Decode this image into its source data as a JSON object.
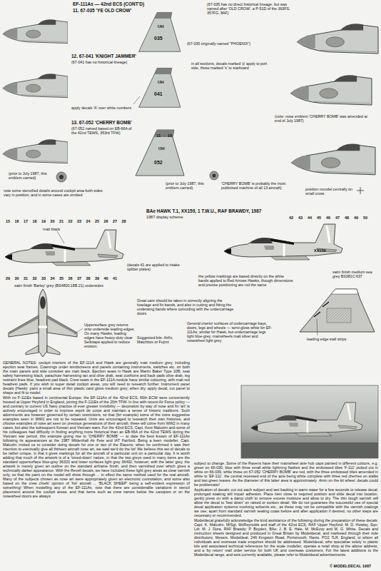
{
  "diagram": {
    "title": "EF-111As — 42nd ECS (CONT'D)",
    "labels": [
      "11.  67-035 'YE OLD CROW'",
      "(67-035 has no direct historical lineage, but was named after 'OLD CROW', a P-51D of the 363FS, 357FG, 8AF)",
      "(67-035 originally named \"PHOENIX\")",
      "UH",
      "035",
      "in all sections, decals marked 'p' apply to port side, those marked 's' to starboard",
      "12.  67-041 'KNIGHT JAMMER'",
      "(67-041 has no historical lineage)",
      "UH",
      "041",
      "apply decals 'A' over white numbers",
      "13.  67-052 'CHERRY BOMB'",
      "(67-052 named based on EB-66A of the 42nd TEWS, 353rd TFW)",
      "11 → 10",
      "UH",
      "052",
      "(note: nose emblem 'CHERRY BOMB' was amended at end of July 1987)",
      "(prior to July 1987, this emblem carried)",
      "note some stencilled details around cockpit area both sides vary in position, and in some cases are omitted",
      "(prior to July 1987, this emblem carried)",
      "'CHERRY BOMB' is probably the most publicised machine of all 13 aircraft)",
      "position roundel centrally on small cross",
      "BAe HAWK T.1, XX159, 1 T.W.U., RAF BRAWDY, 1987",
      "1987 display scheme",
      "matt black",
      "(decals 41 are applied to intake splitter plates)",
      "satin finish 'Barley' grey (BS4800:18B.21) undersides",
      "Uppersurface grey returns onto underside leading edges. On many Hawks, leading edges have heavy-duty clear Sellotape applied to reduce erosion.",
      "Suggested kits: Airfix, Matchbox or Fujimi",
      "Great care should be taken in correctly aligning the fuselage and fin bands, and also in cutting and fitting the underwing bands where coinciding with the undercarriage doors",
      "General interior surfaces of undercarriage bays, doors, legs and wheels — semi-gloss white for EF-111As; similar for Hawk, but undercarriage legs light blue-grey, mainwheels matt silver and nosewheel light grey",
      "the yellow markings are based directly on the white bands applied to Red Arrows Hawks, though dimensions and precise positioning are not the same",
      "satin finish medium sea grey BS381C:637",
      "leading edge stall strips",
      "XX159",
      "GENERAL NOTES: cockpit interiors of the EF-111A and Hawk are generally matt medium grey, including ejection seat frames. Coamings under windscreens and panels containing instruments, switches etc. on both the main panels and side consoles are matt black. Ejection seats in Hawk are Martin Baker Type 10B; seat safety harnessing black, parachute harnessing tan and olive drab, seat cushions and back pads olive drab, leg restraint lines blue, headrest pad black. Crew seats in the EF-111A module have similar colouring, with matt red headrest pads. If you wish to super detail cockpit areas, you will need to research further. Instrument panel decals (Hawk): paint a small area of thin plastic card gloss medium grey; when dry, apply decal, cut panel to shape and fit to model.",
      "With no F-111Es based in continental Europe, the EF-111As of the 42nd ECS, 66th ECW were conveniently housed at Upper Heyford in England, joining the F-111Es of the 20th TFW. In line with recent Air Force policy — and contrary to current US Navy practice of ever greater invisibility — decoration by way of nose and fin 'art' is actively encouraged in order to improve esprit de corps and maintain a sense of historic traditions. Such adornments are however governed by certain restrictions, so that (for example) some of the more suggestive examples seen in WW2 are not to be repeated. Units are encouraged to research their own histories, and choose examples of nose art seen on previous generations of their aircraft; these will come from WW2 in many cases, but also the subsequent Korean and Vietnam wars. For the 42nd ECS, Capt. Kent Malcolm and some of his colleagues had difficulty in finding anything more historical than an EB-66A of the 42nd TEWS during the Vietnam war period, this example giving rise to 'CHERRY BOMB' — to date the best known of EF-111As following its appearances at the 1987 Mildenhall Air Fete and IAT Fairford. Being a keen modeller, Capt. Malcolm invited us to consider doing decals for one or two of the Ravens; when he confirmed it was their intention to eventually give all thirteen aircraft nose art, we said we'd do the lot! We believe this set of decals to be rather unique, in that it gives markings for all the aircraft of a particular unit on a particular day. It is worth adding that much of the artwork is of a 'toned-down' nature, in that the two greys used in many items are the standard uppersurface blue-grey 36320 and lower surfaces light grey 36492; however, with the latter grey, the artwork is merely given an outline on the standard airframe finish, and then varnished over which gives a technically darker appearance. With the Revell decals, we have included these light grey areas as clear varnish only, so that the paint on the model will show through ... in effect the same method used for the real aircraft. Many of the subjects chosen as nose art were appropriately given an electronic connotation, and some also based on the crew chiefs' opinion of 'his' aircraft ... 'BLACK SHEEP' being a self-evident expression of something! When modelling any of the EF-111As, note that there are considerable variations in stencil placement around the cockpit areas, and that items such as crew names below the canopies or on the nosewheel doors are always",
      "subject to change. Some of the Ravens have their mainwheel axle hub caps painted in different colours, e.g. green on 66-030, blue with three small white lightning flashes and the embossed titles 'F-111' picked out in white on 66-039, while those on 67-052 'CHERRY BOMB' are red, with the three embossed titles amended in white to 'EF-111', the central recessed end of the axle being white complete with three red cherries on stalks and two green leaves. As the diameter of this latter area is approximately .4mm on the kit wheel, decals could be problematic!",
      "Application of decals: cut out each subject and wet backing in warm water for a few seconds to release decal; prolonged soaking will impair adhesion. Place item close to required position and slide decal into location, gently press on with a damp cloth to remove excess moisture and allow to dry. The thin tough varnish will allow the decal to 'bed down' on raised or sunken detail. We do not guarantee the successful use of special decal application systems involving solvents etc., as these may not be compatible with the varnish coatings we use; apart from standard varnish sealing coats before and after application if desired, no other steps are necessary or recommended.",
      "Modeldecal gratefully acknowledge the kind assistance of the following during the preparation of these decals: Capt. K. Malcolm, M/Sgt. McReynolds and staff of the 42nd ECS, RAF Upper Heyford; M. D. Howley, Sqn. Ldr. M. J. Dora, RAF Brawdy; P. Boyden, BAe; J. B. E. Hale, M. McEvoy and M. G. White. Decals and instruction sheets designed and produced in Great Britain by Modeldecal, and marketed through their sole distributors, Messrs. Modeldeal, 246 Kingston Road, Portsmouth, Hants. PO2 7LR, England, to whom all individuals and overseas trade enquiries should be addressed. Modeldecal, who specialise solely in plastic kits and associated technical references for the scale modeller, operate a retail shop at the above address, and a 'by return' mail order service for both UK and overseas customers. For the latest additions to the Modeldecal range, and sets currently available, please refer to Modeldecal advertisements.",
      "© MODELDECAL 1987",
      "15",
      "16",
      "17",
      "18",
      "19",
      "20",
      "21",
      "22",
      "23",
      "24",
      "25",
      "26",
      "27",
      "28",
      "29",
      "30",
      "31",
      "32",
      "33",
      "34",
      "35",
      "36",
      "37",
      "38",
      "39",
      "40",
      "41",
      "42",
      "43",
      "44",
      "45",
      "46",
      "47",
      "48",
      "49",
      "50"
    ]
  }
}
